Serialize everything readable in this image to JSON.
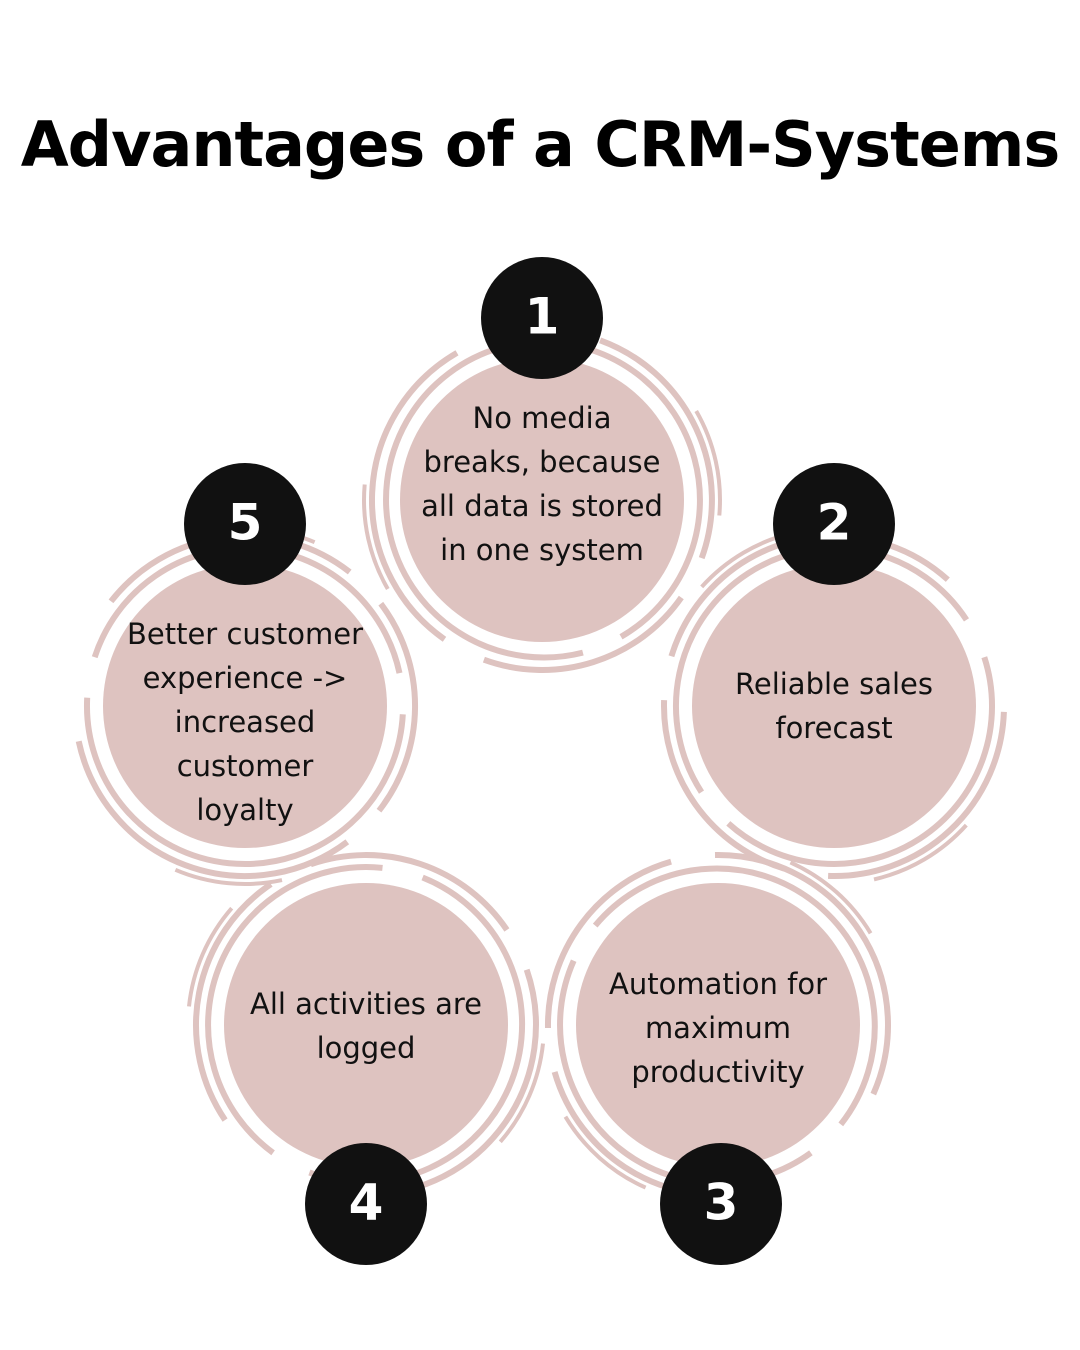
{
  "title": "Advantages of a CRM-Systems",
  "colors": {
    "circle_fill": "#dec3c0",
    "ring_stroke": "#dec3c0",
    "badge_fill": "#111111",
    "badge_text": "#ffffff",
    "text": "#111111"
  },
  "nodes": [
    {
      "id": "1",
      "number": "1",
      "lines": [
        "No media",
        "breaks, because",
        "all data is stored",
        "in one system"
      ]
    },
    {
      "id": "2",
      "number": "2",
      "lines": [
        "Reliable sales",
        "forecast"
      ]
    },
    {
      "id": "3",
      "number": "3",
      "lines": [
        "Automation for",
        "maximum",
        "productivity"
      ]
    },
    {
      "id": "4",
      "number": "4",
      "lines": [
        "All activities are",
        "logged"
      ]
    },
    {
      "id": "5",
      "number": "5",
      "lines": [
        "Better customer",
        "experience ->",
        "increased",
        "customer",
        "loyalty"
      ]
    }
  ]
}
